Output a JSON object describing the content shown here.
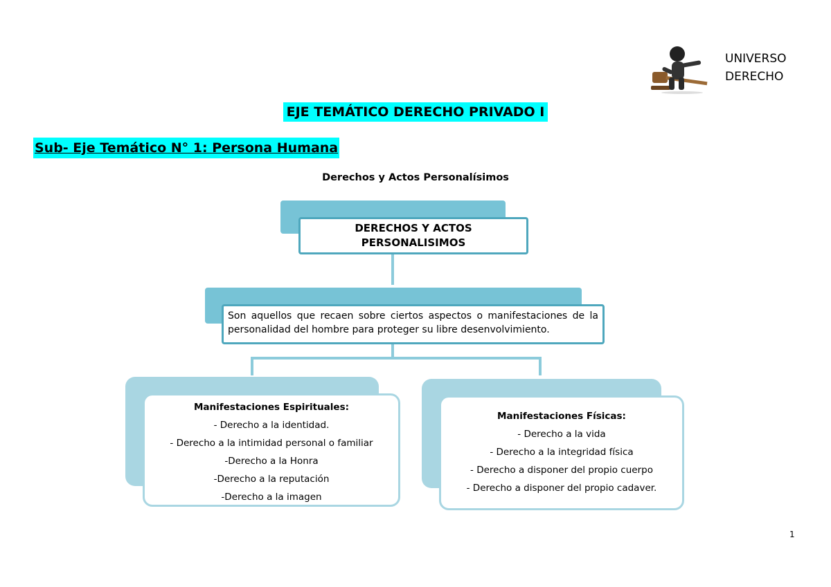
{
  "brand": {
    "line1": "UNIVERSO",
    "line2": "DERECHO"
  },
  "logo": {
    "icon": "gavel-figure-icon"
  },
  "header": {
    "main_title": "EJE TEMÁTICO DERECHO PRIVADO I",
    "sub_title": "Sub- Eje Temático N° 1: Persona Humana"
  },
  "diagram": {
    "title": "Derechos y Actos Personalísimos",
    "root": "DERECHOS Y ACTOS PERSONALISIMOS",
    "definition": "Son aquellos que recaen sobre ciertos aspectos o manifestaciones de la personalidad del hombre para proteger su libre desenvolvimiento.",
    "left": {
      "heading": "Manifestaciones Espirituales:",
      "items": [
        "- Derecho a la identidad.",
        "- Derecho a la intimidad personal o familiar",
        "-Derecho a la Honra",
        "-Derecho a la reputación",
        "-Derecho a la imagen"
      ]
    },
    "right": {
      "heading": "Manifestaciones Físicas:",
      "items": [
        "- Derecho a la vida",
        "- Derecho a la integridad física",
        "- Derecho a disponer del propio cuerpo",
        "- Derecho a disponer del propio cadaver."
      ]
    }
  },
  "footer": {
    "page_number": "1"
  }
}
